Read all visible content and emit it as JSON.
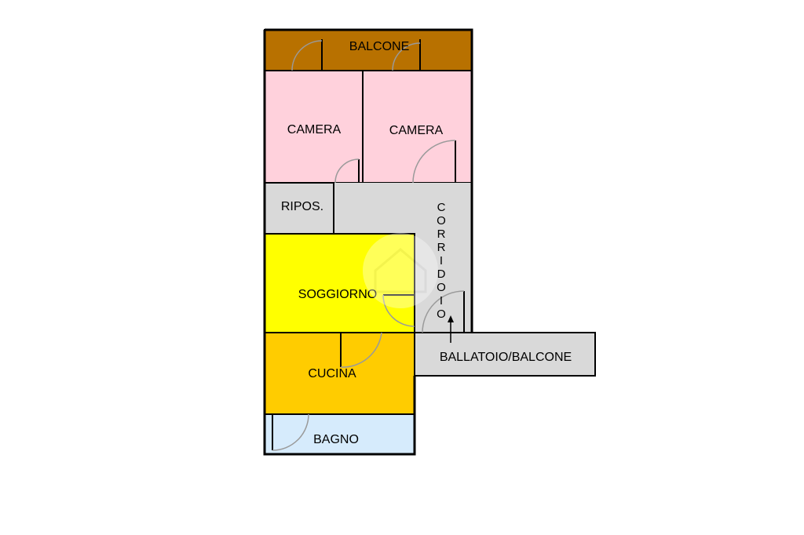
{
  "rooms": {
    "balcone_top": {
      "label": "BALCONE",
      "color": "#b87100"
    },
    "camera_left": {
      "label": "CAMERA",
      "color": "#ffd1dc"
    },
    "camera_right": {
      "label": "CAMERA",
      "color": "#ffd1dc"
    },
    "ripos": {
      "label": "RIPOS.",
      "color": "#d9d9d9"
    },
    "corridoio": {
      "letters": [
        "C",
        "O",
        "R",
        "R",
        "I",
        "D",
        "O",
        "I",
        "O"
      ],
      "color": "#d9d9d9"
    },
    "soggiorno": {
      "label": "SOGGIORNO",
      "color": "#ffff00"
    },
    "cucina": {
      "label": "CUCINA",
      "color": "#ffcc00"
    },
    "bagno": {
      "label": "BAGNO",
      "color": "#d6ebfc"
    },
    "ballatoio": {
      "label": "BALLATOIO/BALCONE",
      "color": "#d9d9d9"
    }
  },
  "entrance_arrow": "up-arrow-icon"
}
